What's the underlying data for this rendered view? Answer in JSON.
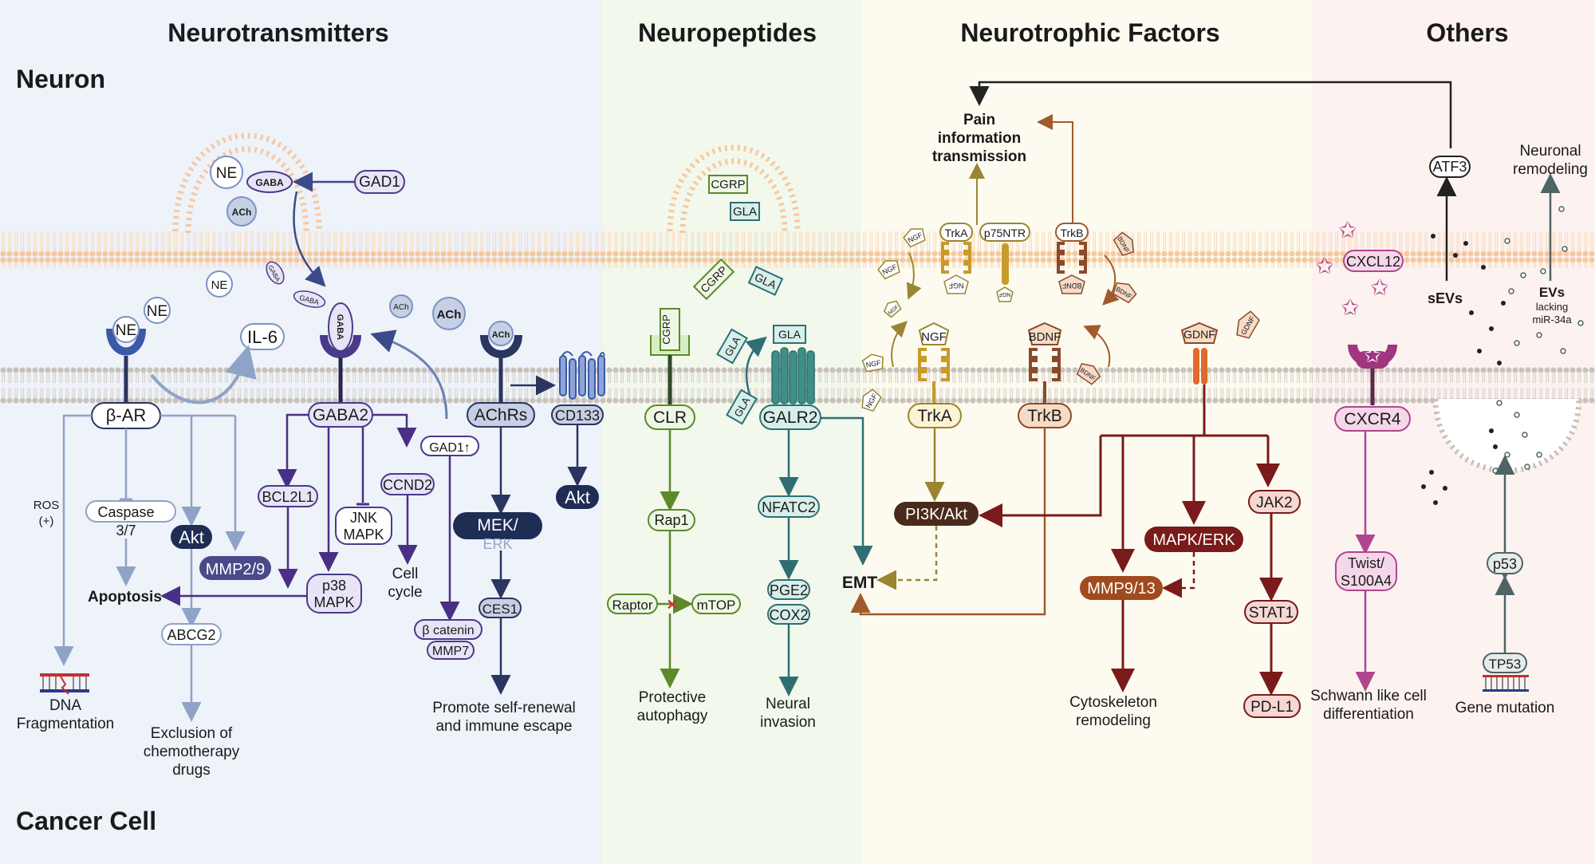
{
  "headers": {
    "neurotransmitters": "Neurotransmitters",
    "neuropeptides": "Neuropeptides",
    "neurotrophic": "Neurotrophic Factors",
    "others": "Others"
  },
  "cell_labels": {
    "neuron": "Neuron",
    "cancer_cell": "Cancer Cell"
  },
  "panel_colors": {
    "neurotransmitters": "#eef2f9",
    "neuropeptides": "#f2f8ec",
    "neurotrophic": "#fdfbf0",
    "others": "#fcf3f1"
  },
  "neurotransmitters": {
    "vesicle_ne": "NE",
    "vesicle_gaba": "GABA",
    "vesicle_ach": "ACh",
    "gad1": "GAD1",
    "free_ne": "NE",
    "free_gaba1": "GABA",
    "free_gaba2": "GABA",
    "free_ach_small": "ACh",
    "free_ach": "ACh",
    "receptor_ne_top": "NE",
    "receptor_ne_bound": "NE",
    "il6": "IL-6",
    "receptor_gaba_ligand": "GABA",
    "receptor_ach_ligand": "ACh",
    "beta_ar": "β-AR",
    "gaba2": "GABA2",
    "achrs": "AChRs",
    "cd133": "CD133",
    "akt_cd133": "Akt",
    "ros": "ROS",
    "ros_sign": "(+)",
    "caspase": "Caspase",
    "caspase_num": "3/7",
    "akt": "Akt",
    "mmp29": "MMP2/9",
    "apoptosis": "Apoptosis",
    "abcg2": "ABCG2",
    "bcl2l1": "BCL2L1",
    "jnk": "JNK",
    "mapk_j": "MAPK",
    "p38": "p38",
    "mapk_p": "MAPK",
    "ccnd2": "CCND2",
    "cell": "Cell",
    "cycle": "cycle",
    "gad1_up": "GAD1↑",
    "bcatenin": "β catenin",
    "mmp7": "MMP7",
    "mek": "MEK/",
    "erk": "ERK",
    "ces1": "CES1",
    "dna1": "DNA",
    "dna2": "Fragmentation",
    "excl1": "Exclusion of",
    "excl2": "chemotherapy",
    "excl3": "drugs",
    "promote1": "Promote self-renewal",
    "promote2": "and immune escape"
  },
  "neuropeptides": {
    "ves_cgrp": "CGRP",
    "ves_gla": "GLA",
    "free_cgrp": "CGRP",
    "free_gla": "GLA",
    "rec_cgrp": "CGRP",
    "clr": "CLR",
    "gla_bound": "GLA",
    "gla_a": "GLA",
    "gla_b": "GLA",
    "galr2": "GALR2",
    "rap1": "Rap1",
    "raptor": "Raptor",
    "mtop": "mTOP",
    "prot1": "Protective",
    "prot2": "autophagy",
    "nfatc2": "NFATC2",
    "pge2": "PGE2",
    "cox2": "COX2",
    "neural1": "Neural",
    "neural2": "invasion"
  },
  "neurotrophic": {
    "pain1": "Pain",
    "pain2": "information",
    "pain3": "transmission",
    "trka_n": "TrkA",
    "p75": "p75NTR",
    "trkb_n": "TrkB",
    "ngf_a": "NGF",
    "ngf_b": "NGF",
    "ngf_c": "NGF",
    "ngf_d": "NGF",
    "ngf_e": "NGF",
    "ngf_f": "NGF",
    "ngf_g": "NGF",
    "ngf_bound": "NGF",
    "bdnf_a": "BDNF",
    "bdnf_b": "BDNF",
    "bdnf_c": "BDNF",
    "bdnf_d": "BDNF",
    "bdnf_bound": "BDNF",
    "gdnf": "GDNF",
    "gdnf_free": "GDNF",
    "trka": "TrkA",
    "trkb": "TrkB",
    "pi3k": "PI3K/Akt",
    "emt": "EMT",
    "mapk_erk": "MAPK/ERK",
    "mmp913": "MMP9/13",
    "jak2": "JAK2",
    "stat1": "STAT1",
    "pdl1": "PD-L1",
    "cyto1": "Cytoskeleton",
    "cyto2": "remodeling"
  },
  "others": {
    "atf3": "ATF3",
    "sevs": "sEVs",
    "neur1": "Neuronal",
    "neur2": "remodeling",
    "evs": "EVs",
    "lacking": "lacking",
    "mir": "miR-34a",
    "cxcl12": "CXCL12",
    "cxcr4": "CXCR4",
    "twist": "Twist/",
    "s100": "S100A4",
    "schwann1": "Schwann like cell",
    "schwann2": "differentiation",
    "p53": "p53",
    "tp53": "TP53",
    "gene": "Gene mutation"
  }
}
